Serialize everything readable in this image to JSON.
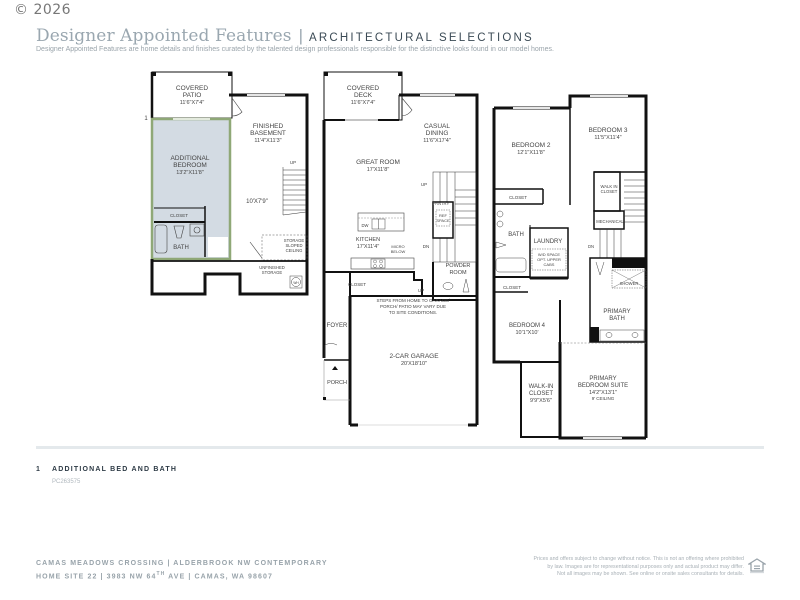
{
  "copyright": "© 2026",
  "header": {
    "title": "Designer Appointed Features",
    "separator": "|",
    "section": "ARCHITECTURAL SELECTIONS",
    "description": "Designer Appointed Features are home details and finishes curated by the talented design professionals responsible for the distinctive looks found in our model homes."
  },
  "colors": {
    "title": "#9aa7b0",
    "highlight_fill": "#d3dbe3",
    "highlight_border": "#8fa877",
    "wall": "#111111"
  },
  "floor_plans": {
    "lower_level": {
      "callout_number": "1",
      "rooms": {
        "covered_patio": {
          "name_1": "COVERED",
          "name_2": "PATIO",
          "size": "11'6\"X7'4\""
        },
        "finished_basement": {
          "name_1": "FINISHED",
          "name_2": "BASEMENT",
          "size": "11'4\"X11'3\""
        },
        "additional_bedroom": {
          "name_1": "ADDITIONAL",
          "name_2": "BEDROOM",
          "size": "13'2\"X11'8\""
        },
        "closet": "CLOSET",
        "bath": "BATH",
        "flex": "10'X7'9\"",
        "up": "UP",
        "storage": {
          "l1": "STORAGE",
          "l2": "SLOPED",
          "l3": "CEILING"
        },
        "unfinished": {
          "l1": "UNFINISHED",
          "l2": "STORAGE"
        },
        "wh": "WH"
      }
    },
    "main_level": {
      "rooms": {
        "covered_deck": {
          "name_1": "COVERED",
          "name_2": "DECK",
          "size": "11'6\"X7'4\""
        },
        "casual_dining": {
          "name_1": "CASUAL",
          "name_2": "DINING",
          "size": "11'6\"X17'4\""
        },
        "great_room": {
          "name": "GREAT ROOM",
          "size": "17'X11'8\""
        },
        "up": "UP",
        "pantry": "PANTRY",
        "ref_space": {
          "l1": "REF",
          "l2": "SPACE"
        },
        "dw": "DW",
        "kitchen": {
          "name": "KITCHEN",
          "size": "17'X11'4\""
        },
        "micro": {
          "l1": "MICRO",
          "l2": "BELOW"
        },
        "dn": "DN",
        "powder_room": {
          "l1": "POWDER",
          "l2": "ROOM"
        },
        "closet": "CLOSET",
        "up2": "UP",
        "steps_note": {
          "l1": "STEPS FROM HOME TO GARAGE/",
          "l2": "PORCH/ PATIO MAY VARY DUE",
          "l3": "TO SITE CONDITIONS."
        },
        "foyer": "FOYER",
        "porch": "PORCH",
        "garage": {
          "name": "2-CAR GARAGE",
          "size": "20'X18'10\""
        }
      }
    },
    "upper_level": {
      "rooms": {
        "bedroom_2": {
          "name": "BEDROOM 2",
          "size": "12'1\"X11'8\""
        },
        "bedroom_3": {
          "name": "BEDROOM 3",
          "size": "11'5\"X11'4\""
        },
        "closet": "CLOSET",
        "walk_in_closet": {
          "l1": "WALK IN",
          "l2": "CLOSET"
        },
        "mechanical": "MECHANICAL",
        "bath": "BATH",
        "laundry": "LAUNDRY",
        "wd_space": {
          "l1": "W/D SPACE",
          "l2": "OPT. UPPER",
          "l3": "CABS"
        },
        "dn": "DN",
        "closet_2": "CLOSET",
        "shower": "SHOWER",
        "primary_bath": {
          "l1": "PRIMARY",
          "l2": "BATH"
        },
        "bedroom_4": {
          "name": "BEDROOM 4",
          "size": "10'1\"X10'"
        },
        "walk_in_closet_2": {
          "l1": "WALK-IN",
          "l2": "CLOSET",
          "size": "9'9\"X5'6\""
        },
        "primary_suite": {
          "l1": "PRIMARY",
          "l2": "BEDROOM SUITE",
          "size": "14'2\"X13'1\"",
          "ceiling": "9' CEILING"
        }
      }
    }
  },
  "notes": [
    {
      "number": "1",
      "label": "ADDITIONAL BED AND BATH",
      "code": "PC263575"
    }
  ],
  "footer": {
    "line_1": "CAMAS MEADOWS CROSSING  |  ALDERBROOK NW CONTEMPORARY",
    "line_2_prefix": "HOME SITE 22  |  3983 NW 64",
    "line_2_sup": "TH",
    "line_2_suffix": " AVE  |  CAMAS, WA 98607",
    "disclaimer_1": "Prices and offers subject to change without notice. This is not an offering where prohibited",
    "disclaimer_2": "by law. Images are for representational purposes only and actual product may differ.",
    "disclaimer_3": "Not all images may be shown. See online or onsite sales consultants for details.",
    "eho_icon": "equal-housing-opportunity-icon"
  }
}
